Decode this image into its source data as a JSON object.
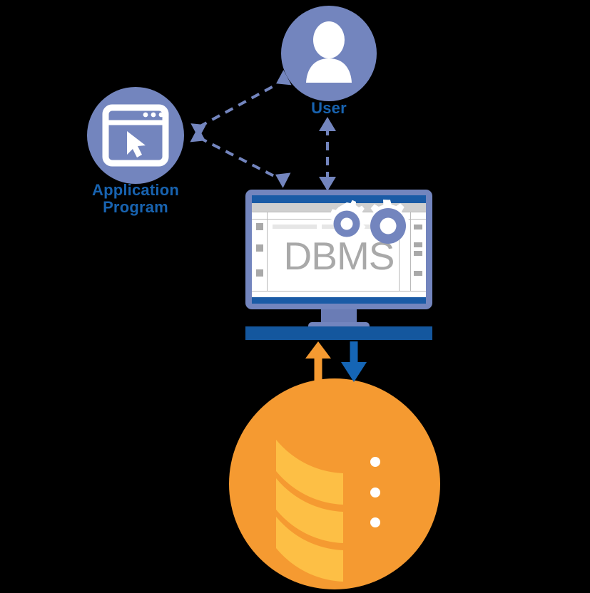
{
  "diagram": {
    "title": "DBMS architecture diagram",
    "background_color": "#000000",
    "nodes": [
      {
        "id": "user",
        "label": "User",
        "icon": "user-avatar-icon",
        "shape": "circle",
        "fill": "#7385BE",
        "label_color": "#1863B0"
      },
      {
        "id": "application-program",
        "label": "Application\nProgram",
        "icon": "application-window-cursor-icon",
        "shape": "circle",
        "fill": "#7385BE",
        "label_color": "#1863B0"
      },
      {
        "id": "dbms",
        "label": "DBMS",
        "icon": "desktop-monitor-gears-icon",
        "shape": "monitor",
        "frame_fill": "#7385BE",
        "screen_fill": "#FFFFFF",
        "titlebar_fill": "#1A5BA6",
        "toolbar_fill": "#CFCFCF",
        "gear_fill": "#7385BE",
        "label_color": "#A9A9A9",
        "desk_fill": "#14579E"
      },
      {
        "id": "database",
        "label": "",
        "icon": "database-cylinder-icon",
        "shape": "circle",
        "fill": "#F59A31",
        "cylinder_fill": "#FDBF45",
        "dot_fill": "#FFFFFF",
        "dot_count": 3
      }
    ],
    "connections": [
      {
        "id": "user-to-application",
        "from": "application-program",
        "to": "user",
        "style": "dashed",
        "arrowheads": "both",
        "color": "#7385BE"
      },
      {
        "id": "application-to-dbms",
        "from": "application-program",
        "to": "dbms",
        "style": "dashed",
        "arrowheads": "both",
        "color": "#7385BE"
      },
      {
        "id": "user-to-dbms",
        "from": "user",
        "to": "dbms",
        "style": "dashed",
        "arrowheads": "both",
        "color": "#7385BE"
      },
      {
        "id": "database-read",
        "from": "database",
        "to": "dbms",
        "style": "solid",
        "arrowheads": "up",
        "color": "#F59A31"
      },
      {
        "id": "database-write",
        "from": "dbms",
        "to": "database",
        "style": "solid",
        "arrowheads": "down",
        "color": "#1565B5"
      }
    ]
  },
  "screen": {
    "dbms_label": "DBMS",
    "left_sidebar_chips": 3,
    "right_sidebar_chips": 4,
    "gears": 2
  },
  "colors": {
    "periwinkle": "#7385BE",
    "link_blue": "#1863B0",
    "deep_blue": "#14579E",
    "arrow_blue": "#1565B5",
    "orange": "#F59A31",
    "light_orange": "#FDBF45",
    "gray_text": "#A9A9A9",
    "white": "#FFFFFF",
    "background": "#000000"
  }
}
